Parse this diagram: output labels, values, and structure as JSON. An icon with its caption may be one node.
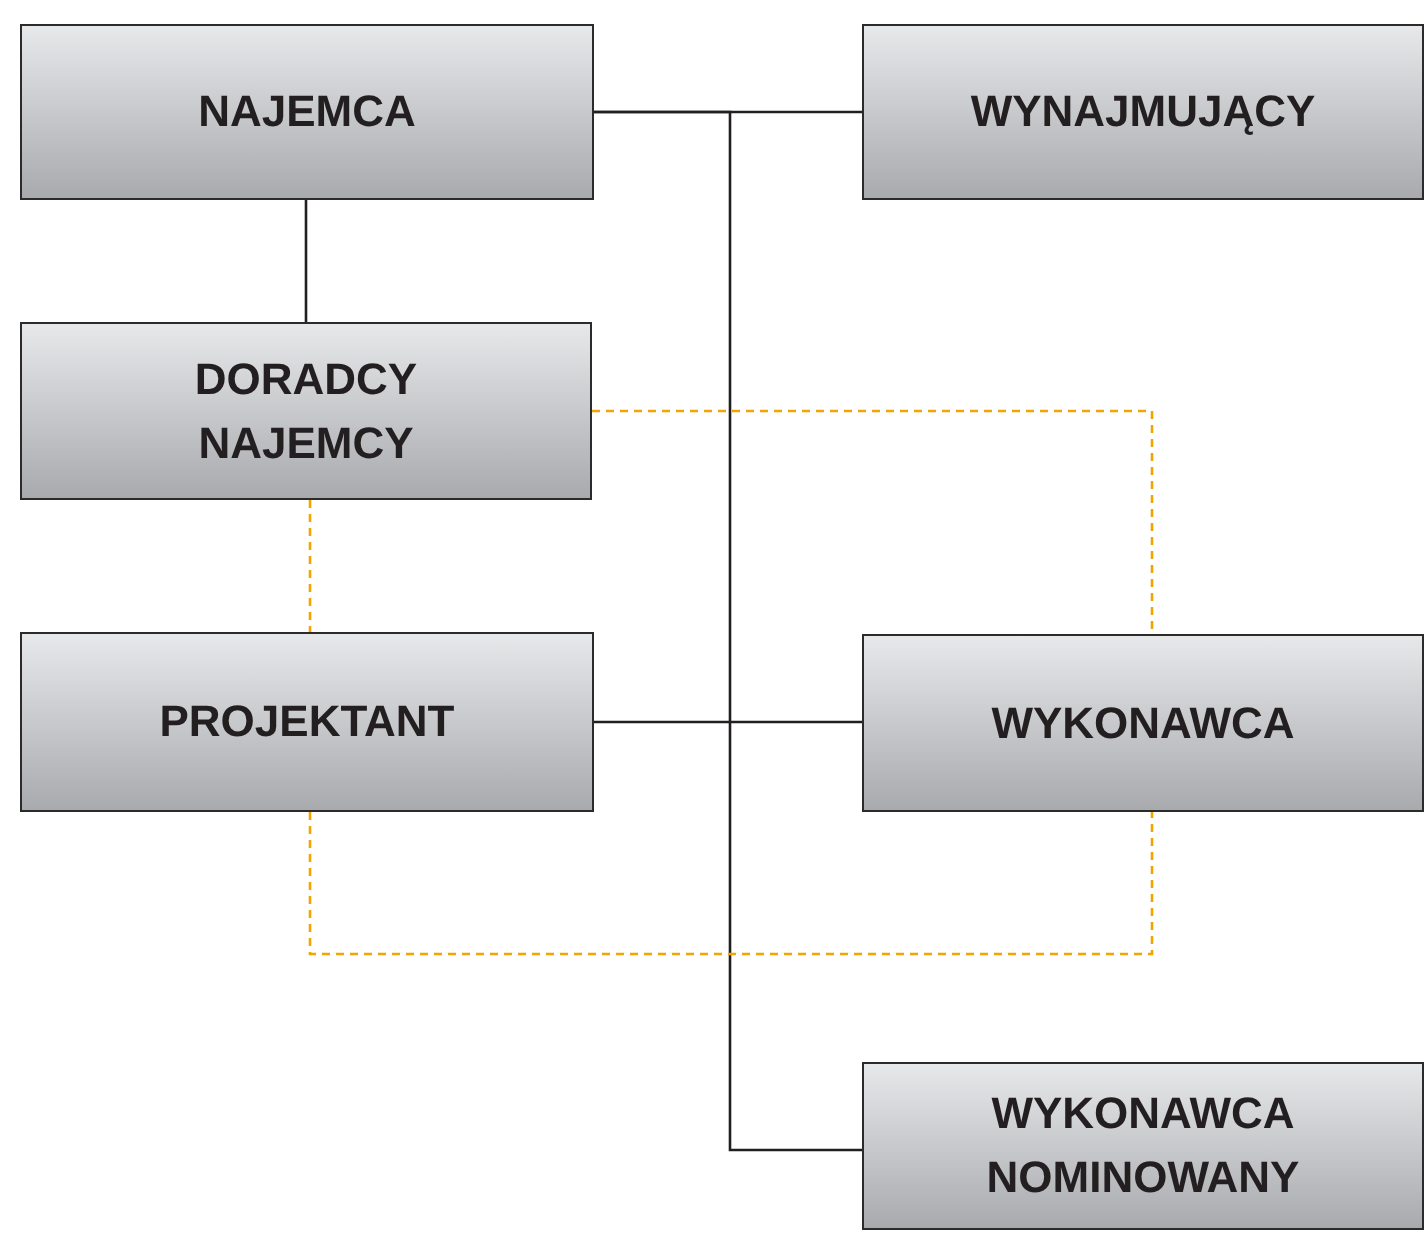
{
  "diagram": {
    "nodes": [
      {
        "text": [
          "NAJEMCA"
        ]
      },
      {
        "text": [
          "WYNAJMUJĄCY"
        ]
      },
      {
        "text": [
          "DORADCY NAJEMCY"
        ]
      },
      {
        "text": [
          "PROJEKTANT"
        ]
      },
      {
        "text": [
          "WYKONAWCA"
        ]
      },
      {
        "text": [
          "WYKONAWCA NOMINOWANY"
        ]
      }
    ],
    "edges": [
      {
        "from": 0,
        "to": 1,
        "arrow": "none"
      },
      {
        "from": 0,
        "to": 2,
        "arrow": "none"
      },
      {
        "from": 0,
        "to": 5,
        "arrow": "none"
      },
      {
        "from": 3,
        "to": 4,
        "arrow": "none"
      },
      {
        "from": 2,
        "to": 4,
        "arrow": "none",
        "style": "dashed",
        "color": "#f0a500"
      },
      {
        "from": 2,
        "to": 3,
        "arrow": "none",
        "style": "dashed",
        "color": "#f0a500"
      },
      {
        "from": 3,
        "to": 4,
        "arrow": "none",
        "style": "dashed",
        "color": "#f0a500"
      }
    ]
  }
}
